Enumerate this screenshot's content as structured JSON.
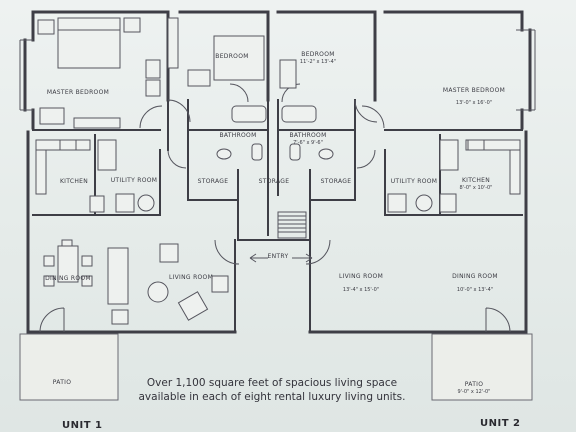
{
  "rooms": {
    "unit1_master_bedroom": "MASTER BEDROOM",
    "unit1_bedroom": "BEDROOM",
    "unit1_bathroom": "BATHROOM",
    "unit1_kitchen": "KITCHEN",
    "unit1_utility_room": "UTILITY ROOM",
    "unit1_storage": "STORAGE",
    "unit1_dining_room": "DINING ROOM",
    "unit1_living_room": "LIVING ROOM",
    "unit1_patio": "PATIO",
    "common_storage": "STORAGE",
    "entry": "ENTRY",
    "unit2_bedroom": "BEDROOM",
    "unit2_bedroom_dim": "11'-2\" x 13'-4\"",
    "unit2_master_bedroom": "MASTER BEDROOM",
    "unit2_master_bedroom_dim": "13'-0\" x 16'-0\"",
    "unit2_bathroom": "BATHROOM",
    "unit2_bathroom_dim": "7'-6\" x 9'-6\"",
    "unit2_utility_room": "UTILITY ROOM",
    "unit2_kitchen": "KITCHEN",
    "unit2_kitchen_dim": "8'-0\" x 10'-0\"",
    "unit2_storage": "STORAGE",
    "unit2_living_room": "LIVING ROOM",
    "unit2_living_room_dim": "13'-4\" x 15'-0\"",
    "unit2_dining_room": "DINING ROOM",
    "unit2_dining_room_dim": "10'-0\" x 13'-4\"",
    "unit2_patio": "PATIO",
    "unit2_patio_dim": "9'-0\" x 12'-0\""
  },
  "caption": {
    "line1": "Over 1,100 square feet of spacious living space",
    "line2": "available in each of eight rental luxury living units."
  },
  "unit_labels": {
    "unit1": "UNIT 1",
    "unit2": "UNIT 2"
  },
  "colors": {
    "paper": "#e6ebe9",
    "ink": "#3e3e46"
  }
}
